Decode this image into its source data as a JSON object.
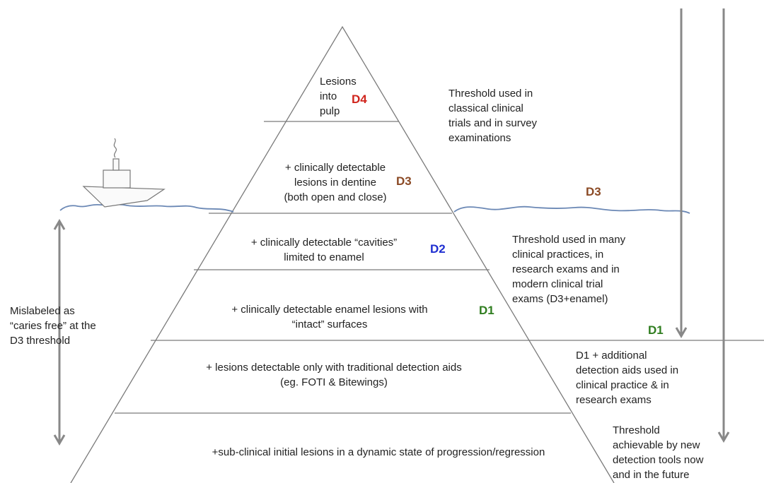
{
  "pyramid": {
    "tiers": [
      {
        "lines": [
          "Lesions",
          "into",
          "pulp"
        ],
        "badge": "D4"
      },
      {
        "lines": [
          "+ clinically detectable",
          "lesions in dentine",
          "(both open and close)"
        ],
        "badge": "D3"
      },
      {
        "lines": [
          "+ clinically detectable “cavities”",
          "limited to enamel"
        ],
        "badge": "D2"
      },
      {
        "lines": [
          "+ clinically detectable enamel lesions with",
          "“intact” surfaces"
        ],
        "badge": "D1"
      },
      {
        "lines": [
          "+ lesions detectable only with traditional detection aids",
          "(eg. FOTI & Bitewings)"
        ]
      },
      {
        "lines": [
          "+sub-clinical initial lesions in a dynamic state of progression/regression"
        ]
      }
    ]
  },
  "waterline_label": "D3",
  "d1_line_label": "D1",
  "left_note": [
    "Mislabeled as",
    "“caries free” at the",
    "D3 threshold"
  ],
  "right_notes": [
    [
      "Threshold used in",
      "classical clinical",
      "trials and in survey",
      "examinations"
    ],
    [
      "Threshold used in many",
      "clinical practices, in",
      "research exams and in",
      "modern clinical trial",
      "exams (D3+enamel)"
    ],
    [
      "D1 + additional",
      "detection aids used in",
      "clinical practice & in",
      "research exams"
    ],
    [
      "Threshold",
      "achievable by new",
      "detection tools now",
      "and in the future"
    ]
  ],
  "colors": {
    "d4": "#d0241c",
    "d3": "#8b4a25",
    "d2": "#1f2fd1",
    "d1": "#2f7d1f",
    "water": "#6b88b5",
    "lines": "#808080"
  },
  "icons": {
    "boat": "boat-icon"
  }
}
